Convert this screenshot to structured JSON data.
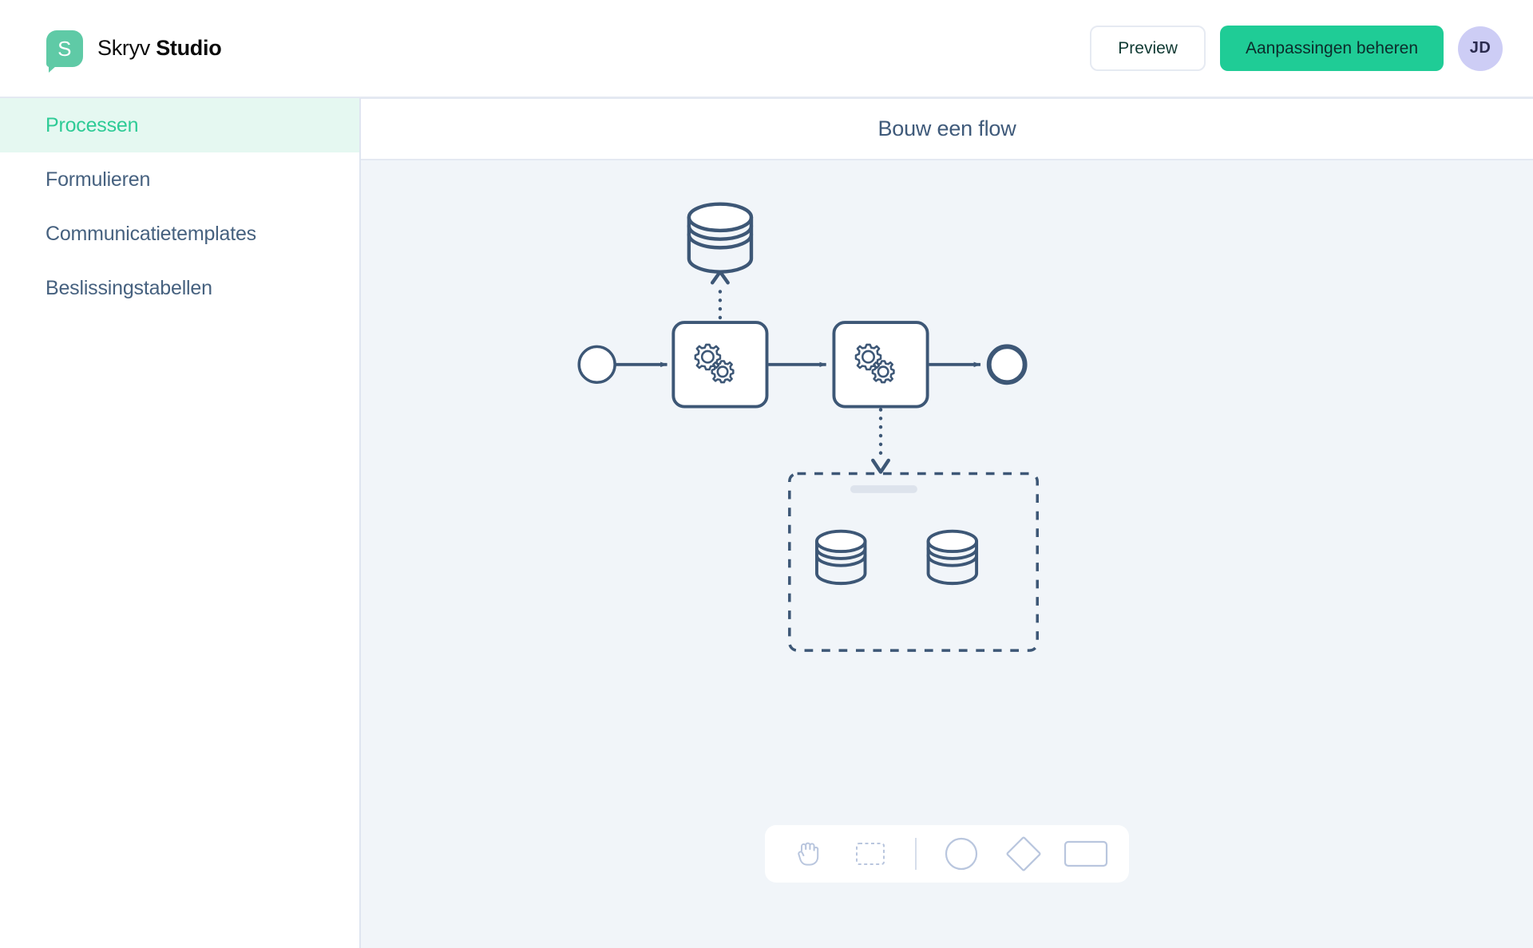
{
  "header": {
    "logo_letter": "S",
    "brand_name_light": "Skryv",
    "brand_name_bold": "Studio",
    "preview_label": "Preview",
    "primary_label": "Aanpassingen beheren",
    "avatar_initials": "JD",
    "colors": {
      "logo_green": "#5fcaa6",
      "primary_green": "#1fcc96",
      "avatar_lavender": "#cdcdf5"
    }
  },
  "sidebar": {
    "items": [
      {
        "label": "Processen",
        "active": true
      },
      {
        "label": "Formulieren",
        "active": false
      },
      {
        "label": "Communicatietemplates",
        "active": false
      },
      {
        "label": "Beslissingstabellen",
        "active": false
      }
    ],
    "active_color": "#2ecb96",
    "active_bg": "#e5f8f1",
    "item_color": "#46617f"
  },
  "canvas": {
    "flow_title": "Bouw een flow",
    "background": "#f1f5f9",
    "stroke_color": "#3d5776",
    "placeholder_pill_color": "#dde3ec",
    "nodes": [
      {
        "id": "start-event",
        "type": "start-circle"
      },
      {
        "id": "task-1",
        "type": "service-task",
        "icon": "gears-icon"
      },
      {
        "id": "task-2",
        "type": "service-task",
        "icon": "gears-icon"
      },
      {
        "id": "end-event",
        "type": "end-circle"
      },
      {
        "id": "data-store-top",
        "type": "database-icon"
      },
      {
        "id": "data-group",
        "type": "dashed-group"
      },
      {
        "id": "data-store-left",
        "type": "database-icon"
      },
      {
        "id": "data-store-right",
        "type": "database-icon"
      }
    ],
    "connections": [
      {
        "from": "start-event",
        "to": "task-1",
        "style": "solid"
      },
      {
        "from": "task-1",
        "to": "task-2",
        "style": "solid"
      },
      {
        "from": "task-2",
        "to": "end-event",
        "style": "solid"
      },
      {
        "from": "task-1",
        "to": "data-store-top",
        "style": "dotted"
      },
      {
        "from": "task-2",
        "to": "data-group",
        "style": "dotted"
      }
    ]
  },
  "toolbar": {
    "tools": [
      {
        "name": "hand-tool",
        "icon": "hand-icon"
      },
      {
        "name": "select-tool",
        "icon": "dashed-rectangle-icon"
      },
      {
        "name": "divider",
        "icon": "divider"
      },
      {
        "name": "circle-shape",
        "icon": "circle-icon"
      },
      {
        "name": "diamond-shape",
        "icon": "diamond-icon"
      },
      {
        "name": "rectangle-shape",
        "icon": "rounded-rectangle-icon"
      }
    ],
    "icon_color": "#b9c6de"
  }
}
